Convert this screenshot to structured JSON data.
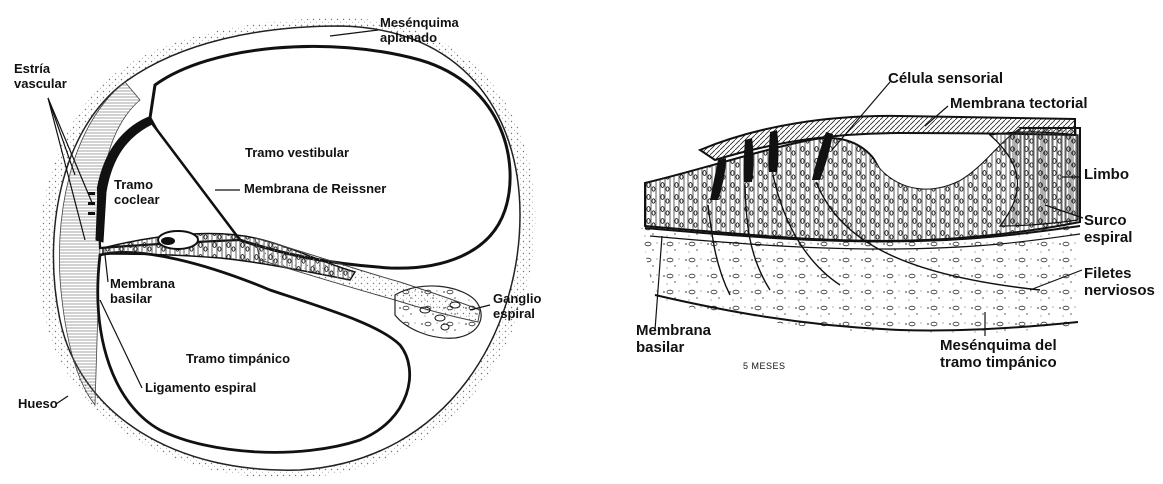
{
  "left_panel": {
    "labels": {
      "mesenquima_1": "Mesénquima",
      "mesenquima_2": "aplanado",
      "estria_1": "Estría",
      "estria_2": "vascular",
      "tramo_vestibular": "Tramo vestibular",
      "tramo_coclear_1": "Tramo",
      "tramo_coclear_2": "coclear",
      "membrana_reissner": "Membrana de Reissner",
      "membrana_basilar_1": "Membrana",
      "membrana_basilar_2": "basilar",
      "ganglio_1": "Ganglio",
      "ganglio_2": "espiral",
      "tramo_timpanico": "Tramo timpánico",
      "ligamento_espiral": "Ligamento espiral",
      "hueso": "Hueso"
    }
  },
  "right_panel": {
    "labels": {
      "celula_sensorial": "Célula sensorial",
      "membrana_tectorial": "Membrana tectorial",
      "limbo": "Limbo",
      "surco_1": "Surco",
      "surco_2": "espiral",
      "filetes_1": "Filetes",
      "filetes_2": "nerviosos",
      "membrana_basilar_1": "Membrana",
      "membrana_basilar_2": "basilar",
      "edad": "5 MESES",
      "mesenquima_1": "Mesénquima del",
      "mesenquima_2": "tramo timpánico"
    }
  }
}
